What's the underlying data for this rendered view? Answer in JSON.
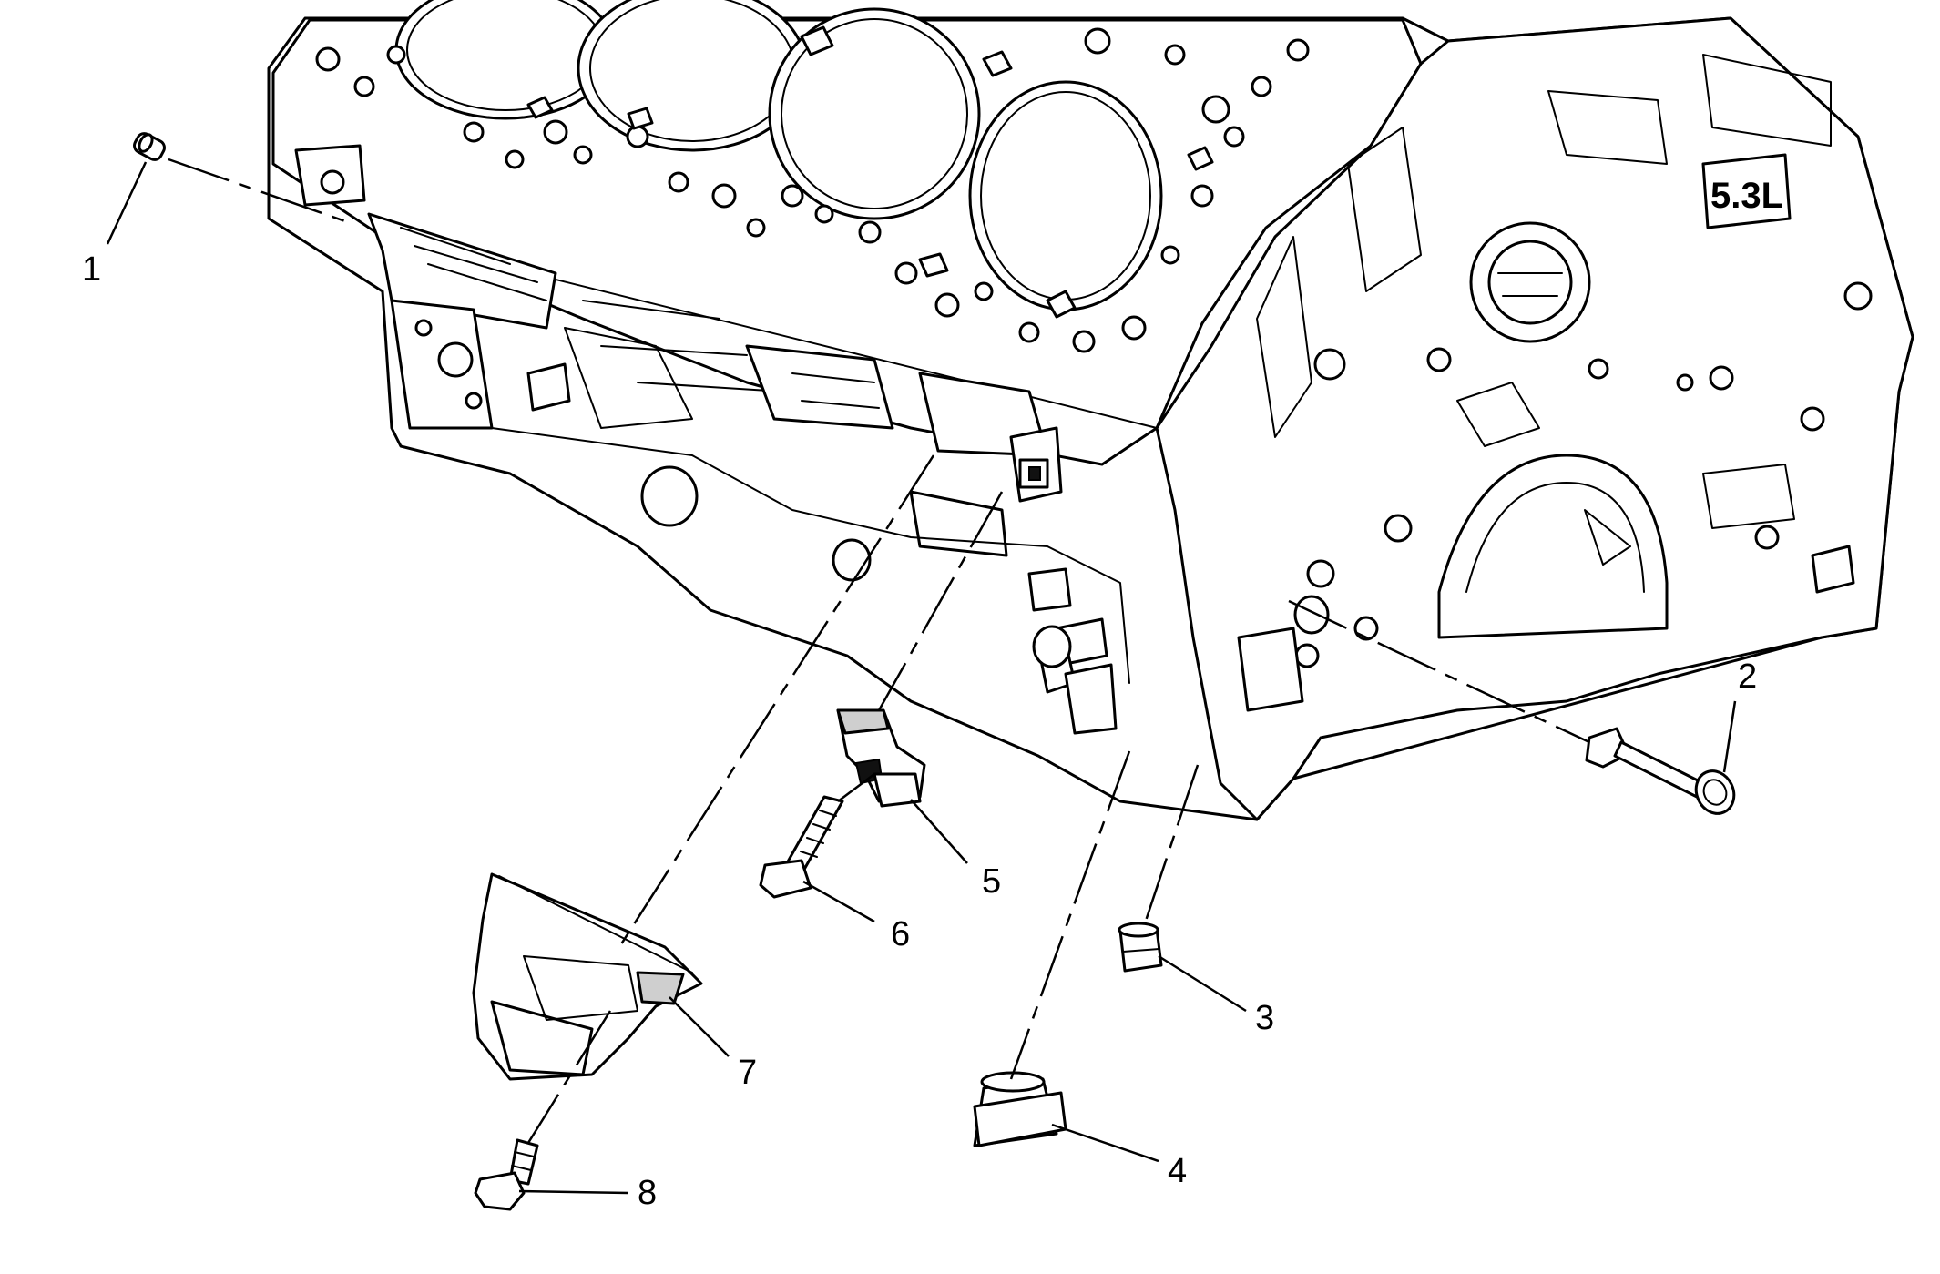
{
  "diagram": {
    "engine_label": "5.3L",
    "callouts": [
      {
        "id": "1",
        "label": "1"
      },
      {
        "id": "2",
        "label": "2"
      },
      {
        "id": "3",
        "label": "3"
      },
      {
        "id": "4",
        "label": "4"
      },
      {
        "id": "5",
        "label": "5"
      },
      {
        "id": "6",
        "label": "6"
      },
      {
        "id": "7",
        "label": "7"
      },
      {
        "id": "8",
        "label": "8"
      }
    ]
  }
}
